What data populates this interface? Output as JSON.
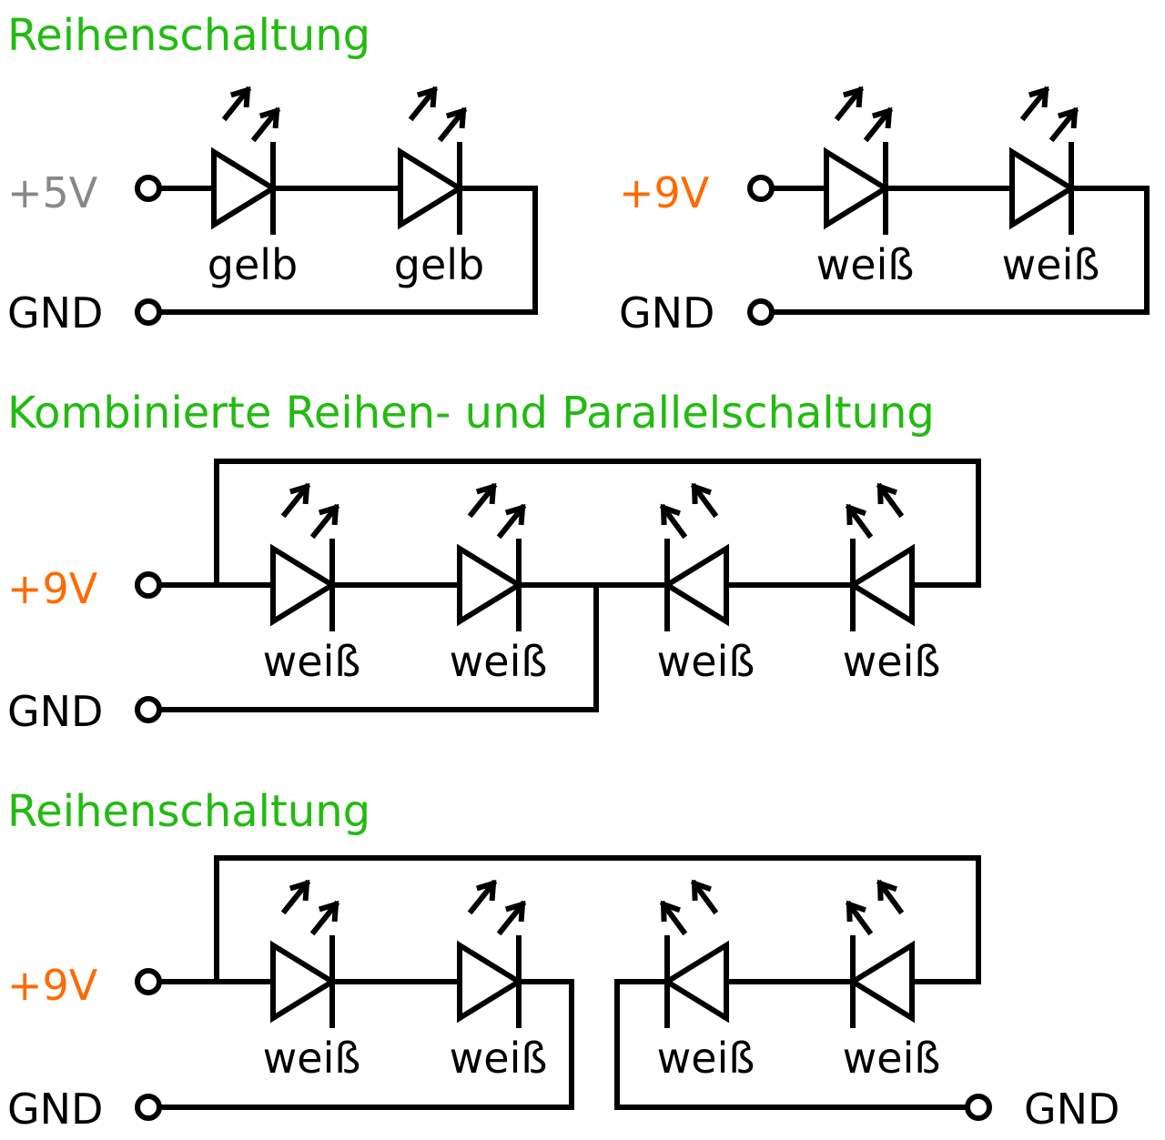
{
  "colors": {
    "title": "#22bb11",
    "v5": "#888888",
    "v9": "#ff6a00",
    "wire": "#000000"
  },
  "sections": [
    {
      "title": "Reihenschaltung",
      "circuits": [
        {
          "supply": "+5V",
          "gnd": "GND",
          "led_labels": [
            "gelb",
            "gelb"
          ]
        },
        {
          "supply": "+9V",
          "gnd": "GND",
          "led_labels": [
            "weiß",
            "weiß"
          ]
        }
      ]
    },
    {
      "title": "Kombinierte Reihen- und Parallelschaltung",
      "circuits": [
        {
          "supply": "+9V",
          "gnd": "GND",
          "led_labels": [
            "weiß",
            "weiß",
            "weiß",
            "weiß"
          ]
        }
      ]
    },
    {
      "title": "Reihenschaltung",
      "circuits": [
        {
          "supply": "+9V",
          "gnd": "GND",
          "gnd2": "GND",
          "led_labels": [
            "weiß",
            "weiß",
            "weiß",
            "weiß"
          ]
        }
      ]
    }
  ]
}
